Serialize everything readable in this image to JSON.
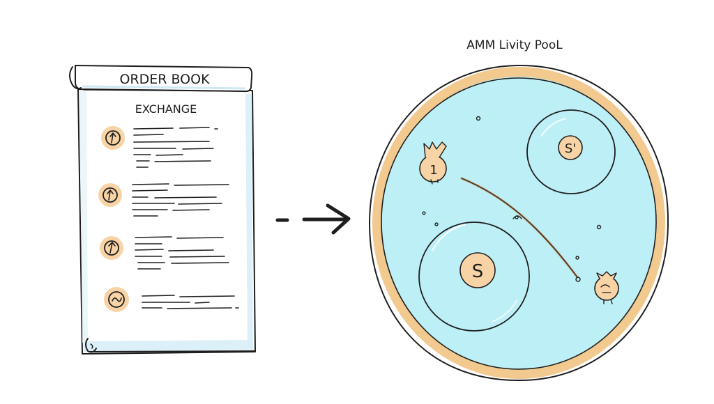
{
  "order_book": {
    "title": "ORDER BOOK",
    "subtitle": "EXCHANGE",
    "entries": [
      {
        "icon": "arrow-coin-icon"
      },
      {
        "icon": "arrow-coin-icon"
      },
      {
        "icon": "arrow-coin-icon"
      },
      {
        "icon": "arrow-coin-icon"
      }
    ]
  },
  "transition": {
    "icon": "arrow-right-icon"
  },
  "pool": {
    "title": "AMM Livity PooL",
    "small_coin_label": "S'",
    "large_coin_label": "S",
    "token_bag_left": {
      "label": "1"
    },
    "token_bag_right": {
      "icon": "money-bag-icon"
    }
  },
  "colors": {
    "coin_fill": "#f7d3a5",
    "pool_water": "#bdeff6",
    "pool_rim": "#f2c98f",
    "paper_tint": "#eaf6fb",
    "ink": "#1e1e1e"
  }
}
